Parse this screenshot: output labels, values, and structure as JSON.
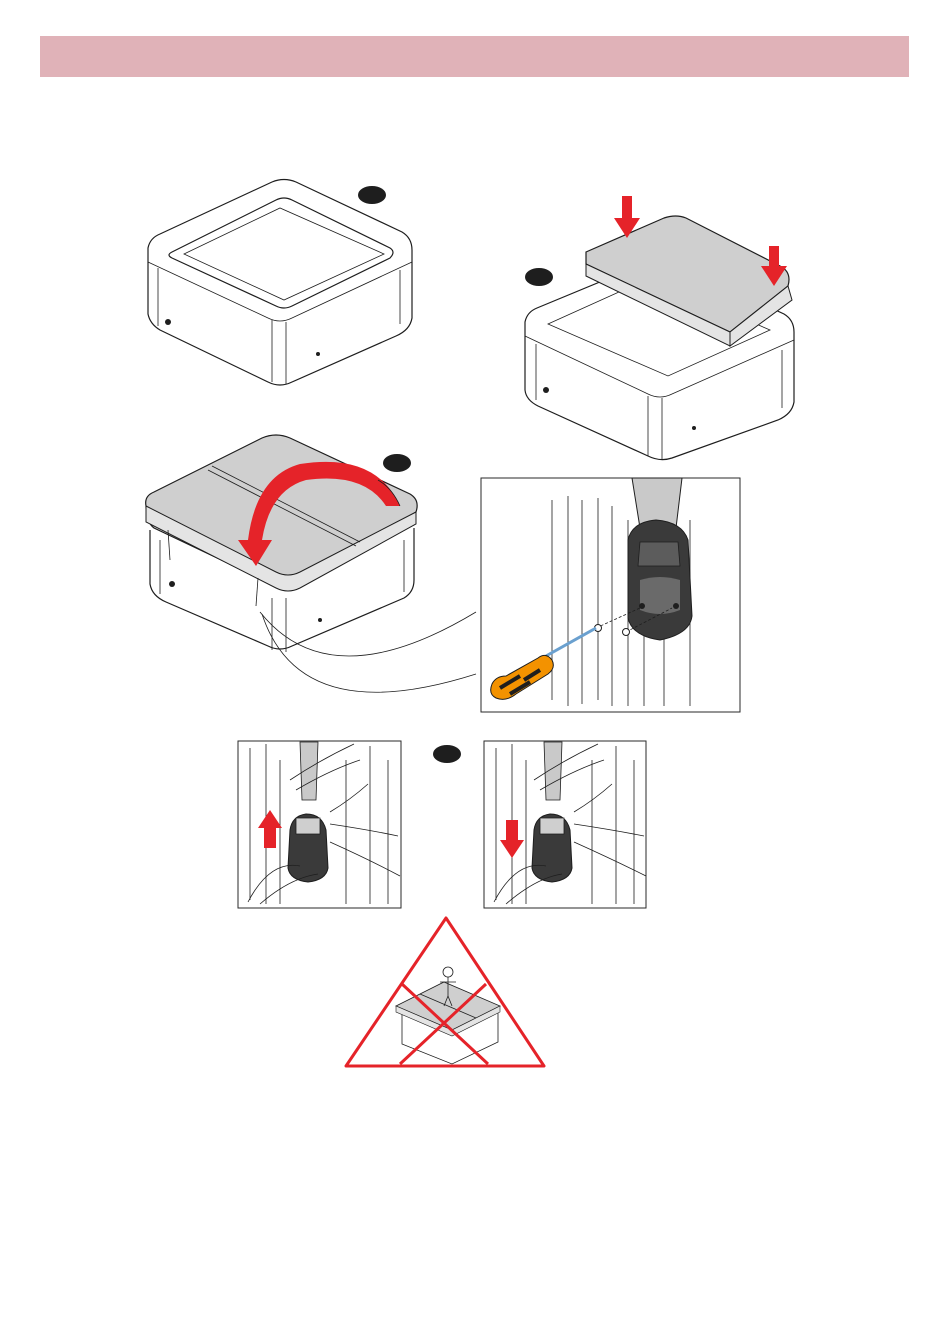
{
  "colors": {
    "header_band": "#e0b2b8",
    "arrow_red": "#e52329",
    "cover_grey": "#cfcfcf",
    "step_badge": "#1e1e1e"
  },
  "steps": [
    {
      "id": "step-1",
      "label": ""
    },
    {
      "id": "step-2",
      "label": ""
    },
    {
      "id": "step-3",
      "label": ""
    },
    {
      "id": "step-4",
      "label": ""
    },
    {
      "id": "step-5",
      "label": ""
    }
  ],
  "icons": {
    "warning": "do-not-stand-on-cover-warning-icon",
    "tool": "screwdriver-icon"
  }
}
